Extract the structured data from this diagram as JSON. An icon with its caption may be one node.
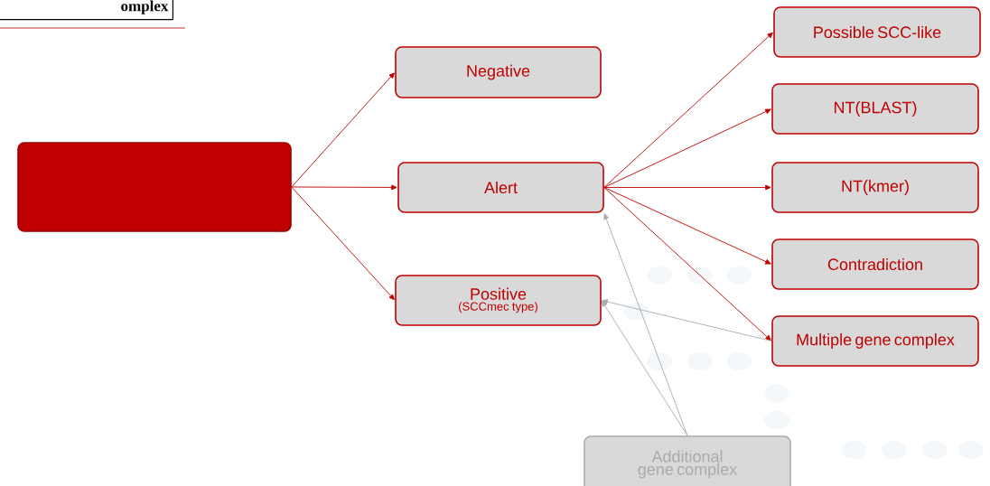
{
  "diagram": {
    "nodes": [
      {
        "text": [],
        "shape": "box"
      },
      {
        "text": [
          "Negative"
        ]
      },
      {
        "text": [
          "Alert"
        ]
      },
      {
        "text": [
          "Positive",
          "(SCCmec type)"
        ]
      },
      {
        "text": [
          "Possible SCC-like"
        ]
      },
      {
        "text": [
          "NT(BLAST)"
        ]
      },
      {
        "text": [
          "NT(kmer)"
        ]
      },
      {
        "text": [
          "Contradiction"
        ]
      },
      {
        "text": [
          "Multiple gene complex"
        ]
      },
      {
        "text": [
          "Additional gene complex"
        ]
      }
    ],
    "edges": [
      {
        "from": 0,
        "to": 1,
        "arrow": "to"
      },
      {
        "from": 0,
        "to": 2,
        "arrow": "to"
      },
      {
        "from": 0,
        "to": 3,
        "arrow": "to"
      },
      {
        "from": 2,
        "to": 4,
        "arrow": "to"
      },
      {
        "from": 2,
        "to": 5,
        "arrow": "to"
      },
      {
        "from": 2,
        "to": 6,
        "arrow": "to"
      },
      {
        "from": 2,
        "to": 7,
        "arrow": "to"
      },
      {
        "from": 2,
        "to": 8,
        "arrow": "to"
      },
      {
        "from": 8,
        "to": 3,
        "arrow": "to",
        "color": "#aaaaaa"
      },
      {
        "from": 9,
        "to": 3,
        "arrow": "to",
        "color": "#aaaaaa"
      },
      {
        "from": 9,
        "to": 2,
        "arrow": "to",
        "color": "#aaaaaa"
      }
    ],
    "labels": [
      "omplex"
    ]
  }
}
